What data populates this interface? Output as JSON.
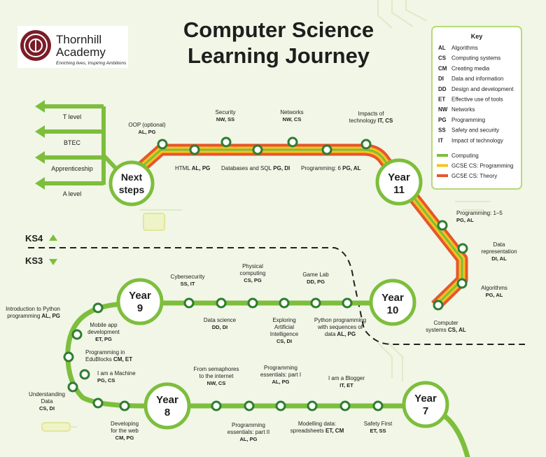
{
  "logo": {
    "name_line1": "Thornhill",
    "name_line2": "Academy",
    "tagline": "Enriching lives, Inspiring Ambitions"
  },
  "title": {
    "line1": "Computer Science",
    "line2": "Learning Journey"
  },
  "key": {
    "heading": "Key",
    "items": [
      {
        "code": "AL",
        "label": "Algorithms"
      },
      {
        "code": "CS",
        "label": "Computing systems"
      },
      {
        "code": "CM",
        "label": "Creating media"
      },
      {
        "code": "DI",
        "label": "Data and information"
      },
      {
        "code": "DD",
        "label": "Design and development"
      },
      {
        "code": "ET",
        "label": "Effective use of tools"
      },
      {
        "code": "NW",
        "label": "Networks"
      },
      {
        "code": "PG",
        "label": "Programming"
      },
      {
        "code": "SS",
        "label": "Safety and security"
      },
      {
        "code": "IT",
        "label": "Impact of technology"
      }
    ],
    "lines": [
      {
        "label": "Computing",
        "color": "#7dbe3c"
      },
      {
        "label": "GCSE CS: Programming",
        "color": "#f7c21e"
      },
      {
        "label": "GCSE CS: Theory",
        "color": "#e4572e"
      }
    ]
  },
  "next_options": [
    "T level",
    "BTEC",
    "Apprenticeship",
    "A level"
  ],
  "stages": {
    "ks4": "KS4",
    "ks3": "KS3",
    "next": {
      "line1": "Next",
      "line2": "steps"
    },
    "y11": {
      "line1": "Year",
      "line2": "11"
    },
    "y10": {
      "line1": "Year",
      "line2": "10"
    },
    "y9": {
      "line1": "Year",
      "line2": "9"
    },
    "y8": {
      "line1": "Year",
      "line2": "8"
    },
    "y7": {
      "line1": "Year",
      "line2": "7"
    }
  },
  "topics": {
    "oop": {
      "l1": "OOP (optional)",
      "codes": "AL, PG"
    },
    "html": {
      "l1": "HTML",
      "codes": "AL, PG"
    },
    "security": {
      "l1": "Security",
      "codes": "NW, SS"
    },
    "databases": {
      "l1": "Databases and SQL",
      "codes": "PG, DI"
    },
    "networks": {
      "l1": "Networks",
      "codes": "NW, CS"
    },
    "prog6": {
      "l1": "Programming: 6",
      "codes": "PG, AL"
    },
    "impacts": {
      "l1": "Impacts of",
      "l2": "technology",
      "codes": "IT, CS"
    },
    "prog15": {
      "l1": "Programming: 1–5",
      "codes": "PG, AL"
    },
    "datarep": {
      "l1": "Data",
      "l2": "representation",
      "codes": "DI, AL"
    },
    "algorithms": {
      "l1": "Algorithms",
      "codes": "PG, AL"
    },
    "compsys": {
      "l1": "Computer",
      "l2": "systems",
      "codes": "CS, AL"
    },
    "pyseq": {
      "l1": "Python programming",
      "l2": "with sequences of",
      "l3": "data",
      "codes": "AL, PG"
    },
    "gamelab": {
      "l1": "Game Lab",
      "codes": "DD, PG"
    },
    "ai": {
      "l1": "Exploring",
      "l2": "Artificial",
      "l3": "Intelligence",
      "codes": "CS, DI"
    },
    "physical": {
      "l1": "Physical",
      "l2": "computing",
      "codes": "CS, PG"
    },
    "datasci": {
      "l1": "Data science",
      "codes": "DD, DI"
    },
    "cyber": {
      "l1": "Cybersecurity",
      "codes": "SS, IT"
    },
    "mobile": {
      "l1": "Mobile app",
      "l2": "development",
      "codes": "ET, PG"
    },
    "intropy": {
      "l1": "Introduction to Python",
      "l2": "programming",
      "codes": "AL, PG"
    },
    "edublocks": {
      "l1": "Programming in",
      "l2": "EduBlocks",
      "codes": "CM, ET"
    },
    "machine": {
      "l1": "I am a Machine",
      "codes": "PG, CS"
    },
    "understanding": {
      "l1": "Understanding",
      "l2": "Data",
      "codes": "CS, DI"
    },
    "web": {
      "l1": "Developing",
      "l2": "for the web",
      "codes": "CM, PG"
    },
    "semaphores": {
      "l1": "From semaphores",
      "l2": "to the internet",
      "codes": "NW, CS"
    },
    "prog2": {
      "l1": "Programming",
      "l2": "essentials: part II",
      "codes": "AL, PG"
    },
    "prog1": {
      "l1": "Programming",
      "l2": "essentials: part I",
      "codes": "AL, PG"
    },
    "spreadsheets": {
      "l1": "Modelling data:",
      "l2": "spreadsheets",
      "codes": "ET, CM"
    },
    "blogger": {
      "l1": "I am a Blogger",
      "codes": "IT, ET"
    },
    "safety": {
      "l1": "Safety First",
      "codes": "ET, SS"
    }
  }
}
